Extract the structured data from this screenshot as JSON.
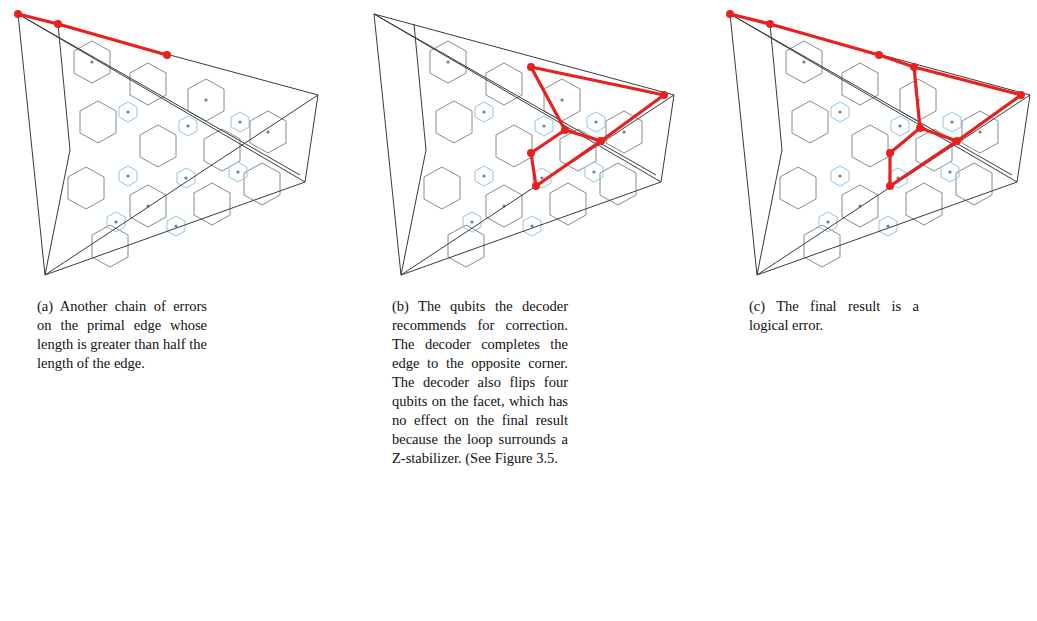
{
  "diagram": {
    "labels": [
      "(a) Another chain of errors on the primal edge whose length is greater than half the length of the edge.",
      "(b) The qubits the decoder recommends for correction. The decoder completes the edge to the opposite corner. The decoder also flips four qubits on the facet, which has no effect on the final result because the loop surrounds a Z-stabilizer. (See Figure 3.5.",
      "(c) The final result is a logical error."
    ]
  }
}
